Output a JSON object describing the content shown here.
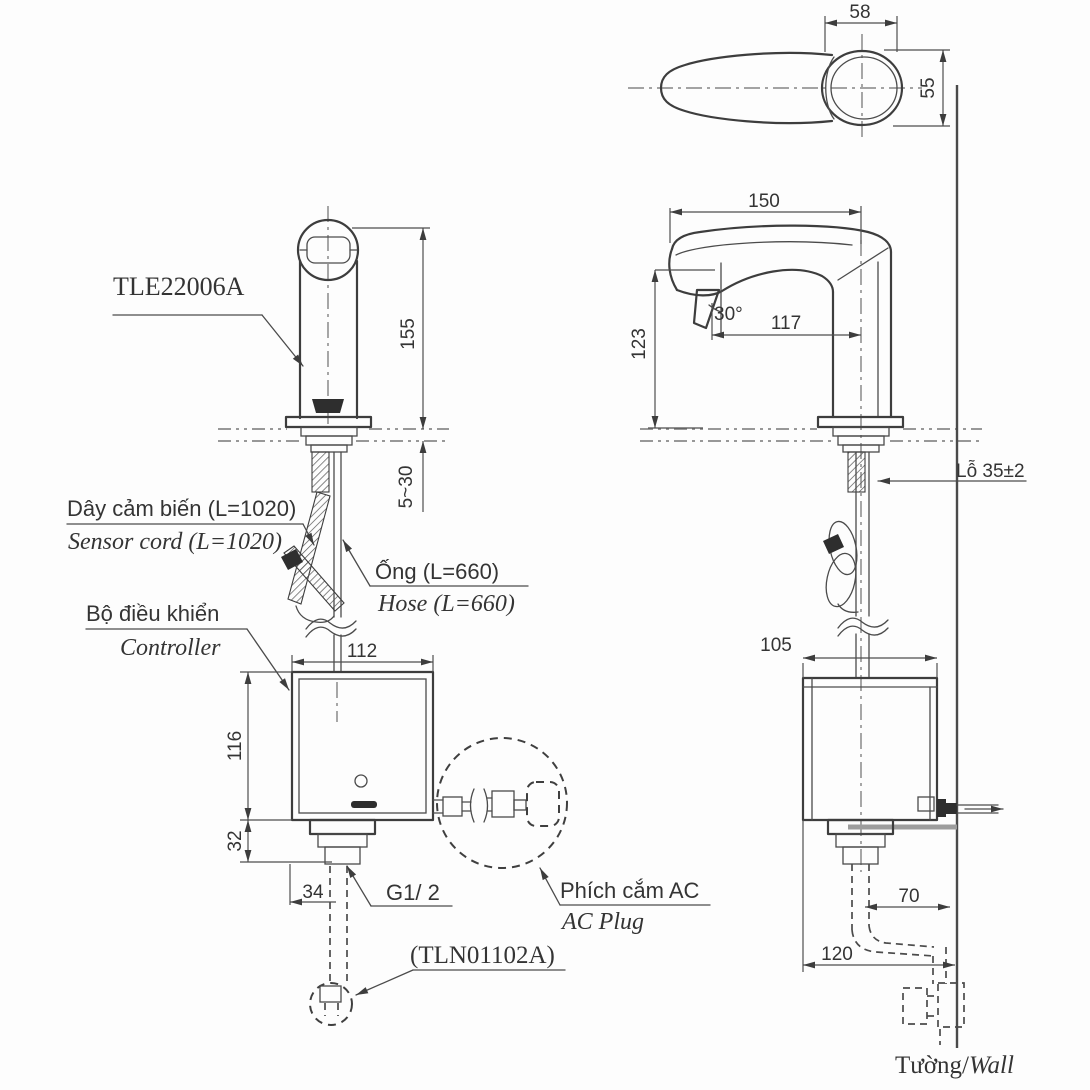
{
  "drawing": {
    "product_label": "TLE22006A",
    "supply_valve_label": "(TLN01102A)",
    "labels": {
      "sensor_cord_vi": "Dây cảm biến (L=1020)",
      "sensor_cord_en": "Sensor cord (L=1020)",
      "hose_vi": "Ống (L=660)",
      "hose_en": "Hose (L=660)",
      "controller_vi": "Bộ điều khiển",
      "controller_en": "Controller",
      "ac_plug_vi": "Phích cắm AC",
      "ac_plug_en": "AC Plug",
      "thread": "G1/ 2",
      "hole": "Lỗ 35±2",
      "wall_vi": "Tường/",
      "wall_en": "Wall"
    },
    "dimensions": {
      "handle_width": "58",
      "handle_height": "55",
      "spout_total_reach": "150",
      "spout_reach": "117",
      "spout_angle": "30°",
      "outlet_height": "123",
      "body_height": "155",
      "deck_thickness": "5~30",
      "controller_width_front": "112",
      "controller_height": "116",
      "controller_bottom_offset": "32",
      "shank_offset": "34",
      "controller_depth_side": "105",
      "pipe_to_wall": "70",
      "box_to_wall": "120"
    },
    "line_color": "#3d3d3d",
    "background": "#fdfdfd"
  }
}
